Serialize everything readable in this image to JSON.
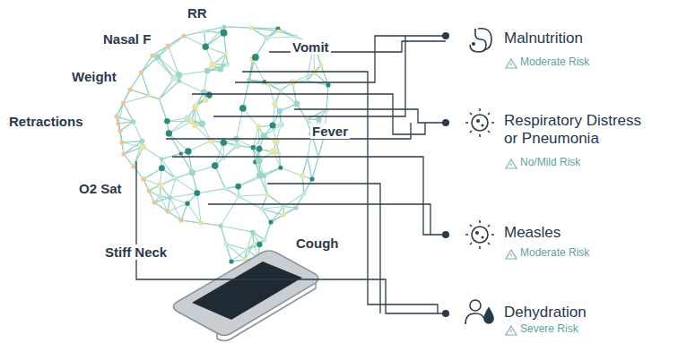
{
  "diagram": {
    "labels": [
      "RR",
      "Nasal F",
      "Vomit",
      "Weight",
      "Retractions",
      "Fever",
      "O2 Sat",
      "Stiff Neck",
      "Cough",
      "Malnutrition",
      "Moderate Risk",
      "Respiratory Distress or Pneumonia",
      "No/Mild Risk",
      "Measles",
      "Moderate Risk",
      "Dehydration",
      "Severe Risk"
    ]
  }
}
